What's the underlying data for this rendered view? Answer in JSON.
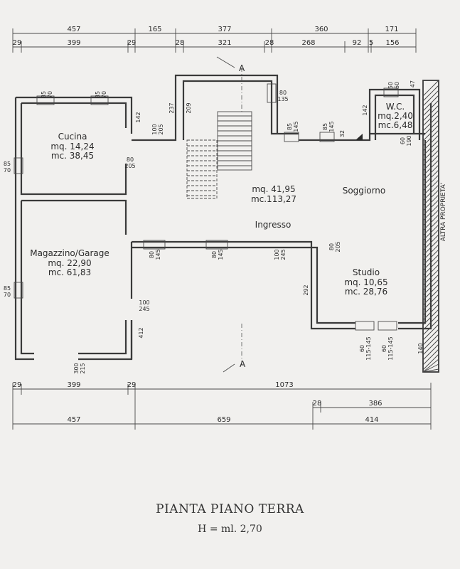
{
  "plan": {
    "title": "PIANTA PIANO TERRA",
    "height_note": "H = ml. 2,70",
    "section_label": "A",
    "neighbor_label": "ALTRA PROPRIETA'"
  },
  "rooms": {
    "cucina": {
      "name": "Cucina",
      "mq": "mq. 14,24",
      "mc": "mc. 38,45"
    },
    "magazzino": {
      "name": "Magazzino/Garage",
      "mq": "mq. 22,90",
      "mc": "mc. 61,83"
    },
    "soggiorno": {
      "name": "Soggiorno",
      "mq": "mq. 41,95",
      "mc": "mc.113,27"
    },
    "ingresso": {
      "name": "Ingresso"
    },
    "studio": {
      "name": "Studio",
      "mq": "mq. 10,65",
      "mc": "mc. 28,76"
    },
    "wc": {
      "name": "W.C.",
      "mq": "mq.2,40",
      "mc": "mc.6,48"
    }
  },
  "dimensions": {
    "top_row1": [
      "457",
      "165",
      "377",
      "360",
      "171"
    ],
    "top_row2": [
      "29",
      "399",
      "29",
      "28",
      "321",
      "28",
      "268",
      "92",
      "5",
      "156"
    ],
    "bottom_row1": [
      "29",
      "399",
      "29",
      "1073"
    ],
    "bottom_row2": [
      "28",
      "386"
    ],
    "bottom_row3": [
      "457",
      "659",
      "414"
    ],
    "openings": [
      "85\n70",
      "85\n70",
      "85\n70",
      "85\n70",
      "142",
      "237",
      "209",
      "100\n205",
      "80\n205",
      "80\n135",
      "85\n145",
      "85\n145",
      "32",
      "142",
      "50\n60",
      "47",
      "60\n190",
      "80\n145",
      "80\n145",
      "100\n245",
      "80\n205",
      "292",
      "100\n245",
      "412",
      "300\n215",
      "60\n115-145",
      "60\n115-145",
      "140"
    ]
  }
}
